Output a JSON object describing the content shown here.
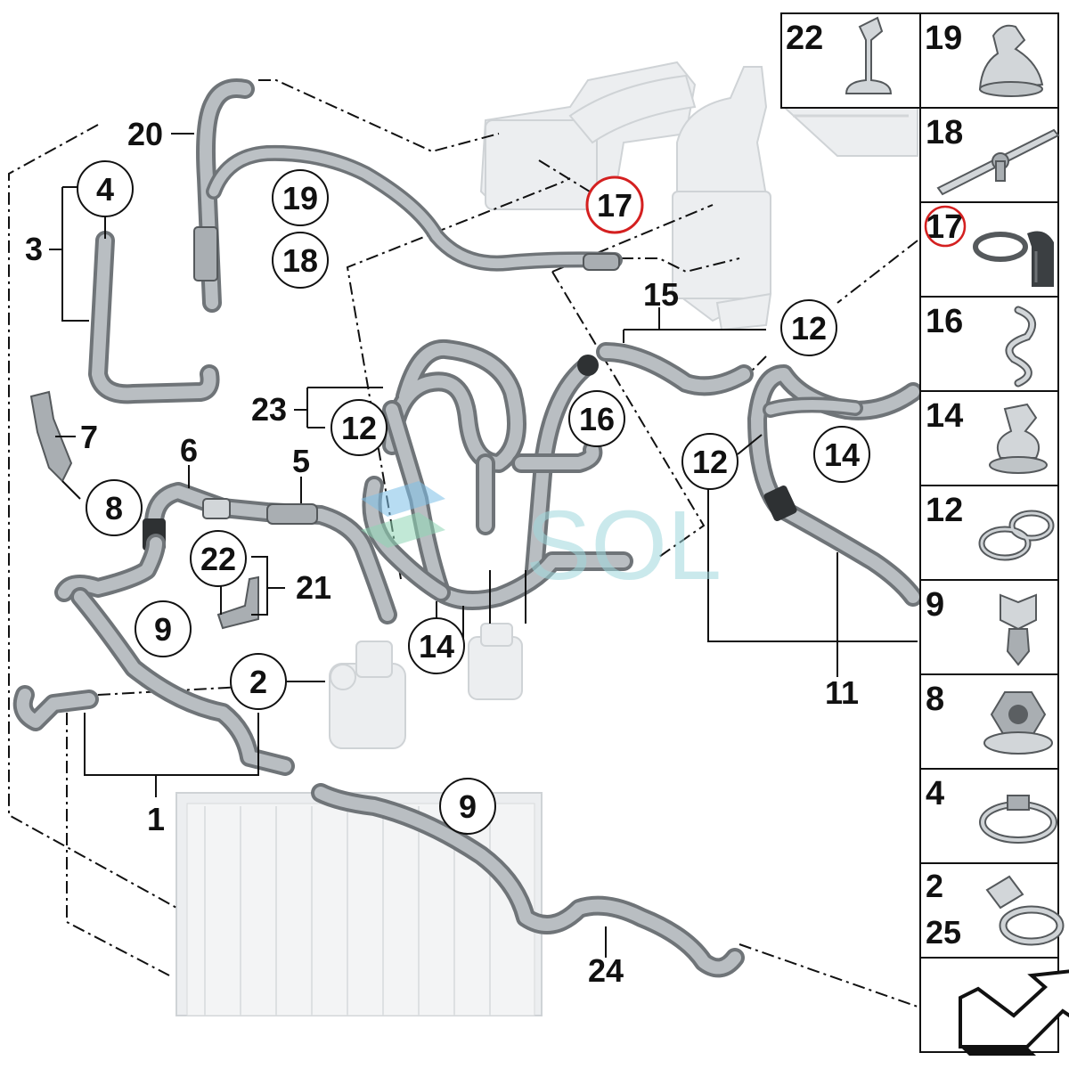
{
  "diagram": {
    "callouts": [
      {
        "id": "c17-top",
        "label": "17",
        "highlight": true
      },
      {
        "id": "c4",
        "label": "4"
      },
      {
        "id": "c19",
        "label": "19"
      },
      {
        "id": "c18",
        "label": "18"
      },
      {
        "id": "c12-a",
        "label": "12"
      },
      {
        "id": "c12-b",
        "label": "12"
      },
      {
        "id": "c12-c",
        "label": "12"
      },
      {
        "id": "c16",
        "label": "16"
      },
      {
        "id": "c14-a",
        "label": "14"
      },
      {
        "id": "c14-b",
        "label": "14"
      },
      {
        "id": "c8",
        "label": "8"
      },
      {
        "id": "c22",
        "label": "22"
      },
      {
        "id": "c9-a",
        "label": "9"
      },
      {
        "id": "c9-b",
        "label": "9"
      },
      {
        "id": "c2",
        "label": "2"
      }
    ],
    "plain_labels": [
      {
        "id": "l20",
        "label": "20"
      },
      {
        "id": "l3",
        "label": "3"
      },
      {
        "id": "l15",
        "label": "15"
      },
      {
        "id": "l23",
        "label": "23"
      },
      {
        "id": "l7",
        "label": "7"
      },
      {
        "id": "l6",
        "label": "6"
      },
      {
        "id": "l5",
        "label": "5"
      },
      {
        "id": "l21",
        "label": "21"
      },
      {
        "id": "l1",
        "label": "1"
      },
      {
        "id": "l11",
        "label": "11"
      },
      {
        "id": "l24",
        "label": "24"
      }
    ],
    "watermark": "SOL"
  },
  "parts_panel": {
    "top_row": [
      {
        "label": "22",
        "icon": "push-pin-clip-icon"
      },
      {
        "label": "19",
        "icon": "hose-clip-icon"
      }
    ],
    "column": [
      {
        "label": "18",
        "icon": "cable-tie-icon"
      },
      {
        "label": "17",
        "icon": "hose-with-clamp-icon",
        "highlight": true
      },
      {
        "label": "16",
        "icon": "double-hook-clip-icon"
      },
      {
        "label": "14",
        "icon": "pipe-holder-clip-icon"
      },
      {
        "label": "12",
        "icon": "spring-clamp-icon"
      },
      {
        "label": "9",
        "icon": "push-clip-icon"
      },
      {
        "label": "8",
        "icon": "hex-collar-nut-icon"
      },
      {
        "label": "4",
        "icon": "hose-clamp-icon"
      },
      {
        "label": "2\n25",
        "label_a": "2",
        "label_b": "25",
        "icon": "connector-clamp-icon"
      },
      {
        "label": "",
        "icon": "direction-arrow-icon"
      }
    ]
  },
  "colors": {
    "highlight": "#d42020",
    "ink": "#111111",
    "hose_dark": "#6f7478",
    "hose_light": "#b9bec2",
    "watermark": "#9fd8dd"
  }
}
